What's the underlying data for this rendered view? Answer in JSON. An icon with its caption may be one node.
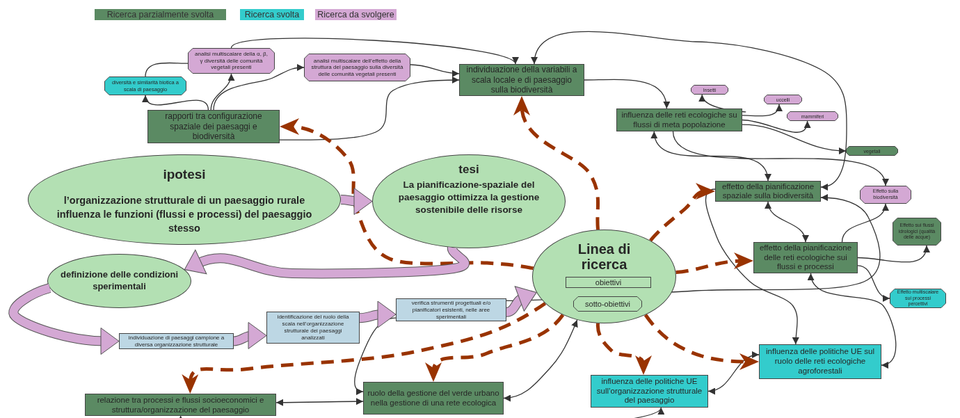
{
  "diagram": {
    "nodes": [
      {
        "text": [
          "analisi  multiscalare della α, β, γ diversità delle comunità vegetali presenti"
        ]
      },
      {
        "text": [
          "diversità e similarità biotica a scala di paesaggio"
        ]
      },
      {
        "text": [
          "analisi multiscalare dell’effetto della struttura del paesaggio sulla diversità delle comunità vegetali presenti"
        ]
      },
      {
        "text": [
          "individuazione della variabili a scala locale e di paesaggio sulla biodiversità"
        ]
      },
      {
        "text": [
          "rapporti tra configurazione spaziale dei paesaggi e biodiversità"
        ]
      },
      {
        "text": [
          "Insetti"
        ]
      },
      {
        "text": [
          "uccelli"
        ]
      },
      {
        "text": [
          "influenza delle reti ecologiche su flussi di meta popolazione"
        ]
      },
      {
        "text": [
          "mammiferi"
        ]
      },
      {
        "text": [
          "vegetali"
        ]
      },
      {
        "text": [
          "ipotesi",
          "l’organizzazione strutturale di un paesaggio rurale influenza le funzioni (flussi e processi) del paesaggio stesso"
        ]
      },
      {
        "text": [
          "tesi",
          "La pianificazione-spaziale del paesaggio ottimizza la gestione sostenibile delle risorse"
        ]
      },
      {
        "text": [
          "effetto della pianificazione spaziale sulla biodiversità"
        ]
      },
      {
        "text": [
          "Effetto sulla biodiversità"
        ]
      },
      {
        "text": [
          "Effetto sui flussi idrologici (qualità delle acque)"
        ]
      },
      {
        "text": [
          "effetto della pianificazione delle reti ecologiche sui flussi e processi"
        ]
      },
      {
        "text": [
          "Linea di ricerca"
        ]
      },
      {
        "text": [
          "obiettivi"
        ],
        "in": 16
      },
      {
        "text": [
          "sotto-obiettivi"
        ],
        "in": 16
      },
      {
        "text": [
          "Effetto multiscalare sui processi percettivi"
        ]
      },
      {
        "text": [
          "definizione delle condizioni sperimentali"
        ]
      },
      {
        "text": [
          "individuazione di paesaggi campione a diversa organizzazione strutturale"
        ]
      },
      {
        "text": [
          "identificazione del ruolo della scala nell’organizzazione strutturale dei paesaggi analizzati"
        ]
      },
      {
        "text": [
          "verifica strumenti progettuali e/o pianificatori esistenti, nelle aree sperimentali"
        ]
      },
      {
        "text": [
          "influenza delle politiche UE sul ruolo delle reti ecologiche agroforestali"
        ]
      },
      {
        "text": [
          "influenza delle politiche UE sull’organizzazione strutturale del paesaggio"
        ]
      },
      {
        "text": [
          "relazione tra processi e flussi socioeconomici e struttura/organizzazione del paesaggio"
        ]
      },
      {
        "text": [
          "ruolo della gestione del verde urbano nella gestione di una rete ecologica"
        ]
      }
    ],
    "edges": [
      {
        "from": 4,
        "to": 1,
        "arrow": "to"
      },
      {
        "from": 4,
        "to": 0,
        "arrow": "to"
      },
      {
        "from": 4,
        "to": 2,
        "arrow": "to"
      },
      {
        "from": 4,
        "to": 3,
        "arrow": "to"
      },
      {
        "from": 1,
        "to": 0,
        "arrow": "none"
      },
      {
        "from": 0,
        "to": 3,
        "arrow": "to"
      },
      {
        "from": 2,
        "to": 3,
        "arrow": "to"
      },
      {
        "from": 3,
        "to": 7,
        "arrow": "to"
      },
      {
        "from": 3,
        "to": 12,
        "arrow": "both"
      },
      {
        "from": 7,
        "to": 5,
        "arrow": "to"
      },
      {
        "from": 7,
        "to": 6,
        "arrow": "to"
      },
      {
        "from": 7,
        "to": 8,
        "arrow": "to"
      },
      {
        "from": 7,
        "to": 9,
        "arrow": "to"
      },
      {
        "from": 7,
        "to": 13,
        "arrow": "to"
      },
      {
        "from": 7,
        "to": 12,
        "arrow": "both"
      },
      {
        "from": 12,
        "to": 15,
        "arrow": "both"
      },
      {
        "from": 15,
        "to": 13,
        "arrow": "to"
      },
      {
        "from": 15,
        "to": 14,
        "arrow": "to"
      },
      {
        "from": 15,
        "to": 19,
        "arrow": "to"
      },
      {
        "from": 12,
        "to": 24,
        "arrow": "to"
      },
      {
        "from": 24,
        "to": 15,
        "arrow": "both"
      },
      {
        "from": 24,
        "to": 25,
        "arrow": "both"
      },
      {
        "from": 16,
        "to": 27,
        "arrow": "both"
      },
      {
        "from": 23,
        "to": 12,
        "arrow": "to"
      },
      {
        "from": 23,
        "to": 27,
        "arrow": "to"
      },
      {
        "from": 26,
        "to": 27,
        "arrow": "both"
      },
      {
        "from": 26,
        "to": 25,
        "arrow": "both"
      },
      {
        "from": 10,
        "to": 11,
        "arrow": "to",
        "style": "thick",
        "color": "#d4a8d4"
      },
      {
        "from": 11,
        "to": 20,
        "arrow": "to",
        "style": "thick",
        "color": "#d4a8d4"
      },
      {
        "from": 20,
        "to": 21,
        "arrow": "to",
        "style": "thick",
        "color": "#d4a8d4"
      },
      {
        "from": 21,
        "to": 22,
        "arrow": "to",
        "style": "thick",
        "color": "#d4a8d4"
      },
      {
        "from": 22,
        "to": 23,
        "arrow": "to",
        "style": "thick",
        "color": "#d4a8d4"
      },
      {
        "from": 23,
        "to": 16,
        "arrow": "to",
        "style": "thick",
        "color": "#d4a8d4"
      },
      {
        "from": 16,
        "to": 4,
        "arrow": "to",
        "style": "dashed",
        "color": "#993300"
      },
      {
        "from": 16,
        "to": 3,
        "arrow": "to",
        "style": "dashed",
        "color": "#993300"
      },
      {
        "from": 16,
        "to": 12,
        "arrow": "to",
        "style": "dashed",
        "color": "#993300"
      },
      {
        "from": 16,
        "to": 15,
        "arrow": "to",
        "style": "dashed",
        "color": "#993300"
      },
      {
        "from": 16,
        "to": 24,
        "arrow": "to",
        "style": "dashed",
        "color": "#993300"
      },
      {
        "from": 16,
        "to": 25,
        "arrow": "to",
        "style": "dashed",
        "color": "#993300"
      },
      {
        "from": 16,
        "to": 27,
        "arrow": "to",
        "style": "dashed",
        "color": "#993300"
      },
      {
        "from": 16,
        "to": 26,
        "arrow": "to",
        "style": "dashed",
        "color": "#993300"
      }
    ],
    "legend": [
      {
        "text": "Ricerca parzialmente svolta",
        "color": "#5b8a63"
      },
      {
        "text": "Ricerca svolta",
        "color": "#33cccc"
      },
      {
        "text": "Ricerca da svolgere",
        "color": "#d4a8d4"
      }
    ]
  }
}
